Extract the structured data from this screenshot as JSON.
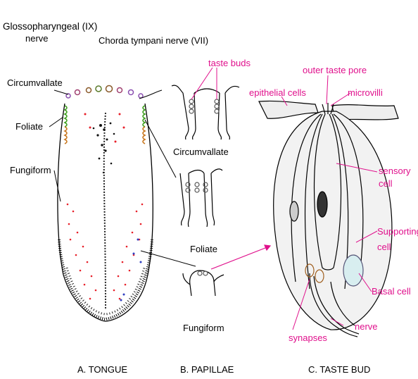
{
  "labels": {
    "glossopharyngeal_line1": "Glossopharyngeal (IX)",
    "glossopharyngeal_line2": "nerve",
    "chorda_tympani": "Chorda tympani nerve (VII)",
    "circumvallate_tongue": "Circumvallate",
    "foliate_tongue": "Foliate",
    "fungiform_tongue": "Fungiform",
    "taste_buds": "taste buds",
    "circumvallate_papilla": "Circumvallate",
    "foliate_papilla": "Foliate",
    "fungiform_papilla": "Fungiform",
    "outer_taste_pore": "outer taste pore",
    "epithelial_cells": "epithelial cells",
    "microvilli": "microvilli",
    "sensory_cell_line1": "sensory",
    "sensory_cell_line2": "cell",
    "supporting_cell_line1": "Supporting",
    "supporting_cell_line2": "cell",
    "basal_cell": "Basal cell",
    "nerve": "nerve",
    "synapses": "synapses"
  },
  "captions": {
    "tongue": "A.  TONGUE",
    "papillae": "B. PAPILLAE",
    "taste_bud": "C. TASTE BUD"
  },
  "colors": {
    "label_pink": "#e0108c",
    "fungiform_dot": "#e8202a",
    "foliate_green": "#40a020",
    "foliate_orange": "#c87820"
  }
}
